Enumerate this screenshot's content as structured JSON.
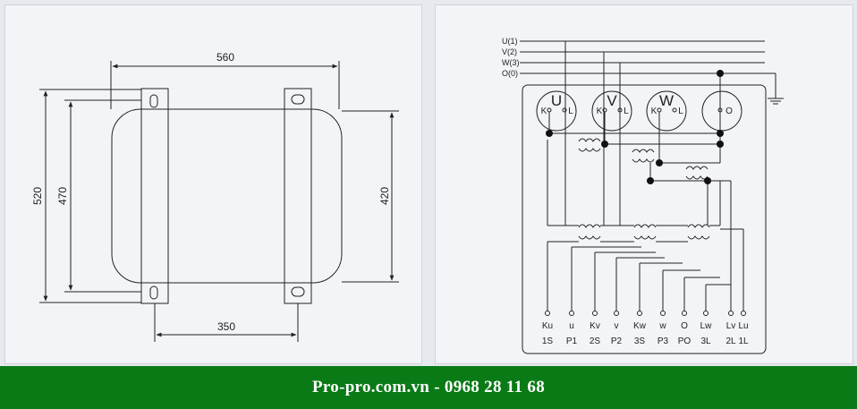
{
  "dimension_drawing": {
    "width_top": "560",
    "width_bottom": "350",
    "height_outer": "520",
    "height_inner": "470",
    "height_right": "420"
  },
  "wiring_diagram": {
    "bus_labels": [
      "U(1)",
      "V(2)",
      "W(3)",
      "O(0)"
    ],
    "meters": [
      {
        "letter": "U",
        "left": "K",
        "right": "L"
      },
      {
        "letter": "V",
        "left": "K",
        "right": "L"
      },
      {
        "letter": "W",
        "left": "K",
        "right": "L"
      },
      {
        "letter": "",
        "left": "",
        "right": "O"
      }
    ],
    "terminals": [
      {
        "top": "Ku",
        "bottom": "1S"
      },
      {
        "top": "u",
        "bottom": "P1"
      },
      {
        "top": "Kv",
        "bottom": "2S"
      },
      {
        "top": "v",
        "bottom": "P2"
      },
      {
        "top": "Kw",
        "bottom": "3S"
      },
      {
        "top": "w",
        "bottom": "P3"
      },
      {
        "top": "O",
        "bottom": "PO"
      },
      {
        "top": "Lw",
        "bottom": "3L"
      },
      {
        "top": "Lv",
        "bottom": "2L"
      },
      {
        "top": "Lu",
        "bottom": "1L"
      }
    ]
  },
  "footer": {
    "text": "Pro-pro.com.vn  - 0968 28 11 68"
  },
  "colors": {
    "footer_bg": "#0a7a16",
    "panel_bg": "#f3f4f7",
    "line": "#222222"
  }
}
